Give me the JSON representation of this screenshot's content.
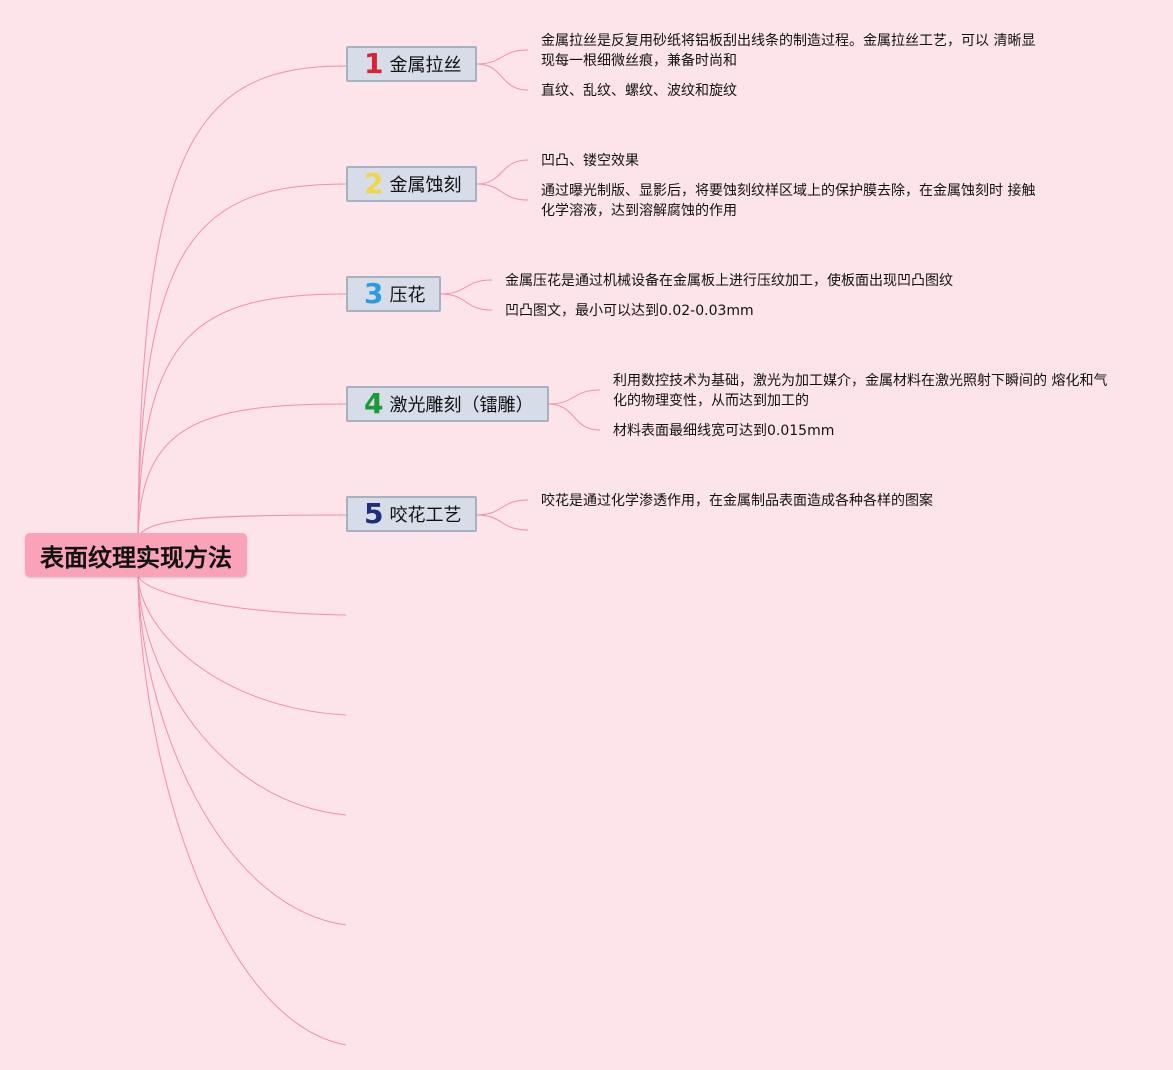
{
  "root": {
    "label": "表面纹理实现方法"
  },
  "branches": [
    {
      "num": "1",
      "label": "金属拉丝",
      "color": "#d9223a",
      "leaves": [
        [
          "金属拉丝是反复用砂纸将铝板刮出线条的制造过程。金属拉丝工艺，可以 清晰显",
          "现每一根细微丝痕，兼备时尚和"
        ],
        [
          "直纹、乱纹、螺纹、波纹和旋纹"
        ]
      ]
    },
    {
      "num": "2",
      "label": "金属蚀刻",
      "color": "#f2d64a",
      "leaves": [
        [
          "凹凸、镂空效果"
        ],
        [
          "通过曝光制版、显影后，将要蚀刻纹样区域上的保护膜去除，在金属蚀刻时 接触",
          "化学溶液，达到溶解腐蚀的作用"
        ]
      ]
    },
    {
      "num": "3",
      "label": "压花",
      "color": "#2e9be0",
      "leaves": [
        [
          "金属压花是通过机械设备在金属板上进行压纹加工，使板面出现凹凸图纹"
        ],
        [
          "凹凸图文，最小可以达到0.02-0.03mm"
        ]
      ]
    },
    {
      "num": "4",
      "label": "激光雕刻（镭雕）",
      "color": "#1a9a3a",
      "leaves": [
        [
          "利用数控技术为基础，激光为加工媒介，金属材料在激光照射下瞬间的 熔化和气",
          "化的物理变性，从而达到加工的"
        ],
        [
          "材料表面最细线宽可达到0.015mm"
        ]
      ]
    },
    {
      "num": "5",
      "label": "咬花工艺",
      "color": "#1f2d7a",
      "leaves": [
        [
          "咬花是通过化学渗透作用，在金属制品表面造成各种各样的图案"
        ],
        [
          ""
        ]
      ]
    }
  ],
  "line_color": "#f08fab"
}
